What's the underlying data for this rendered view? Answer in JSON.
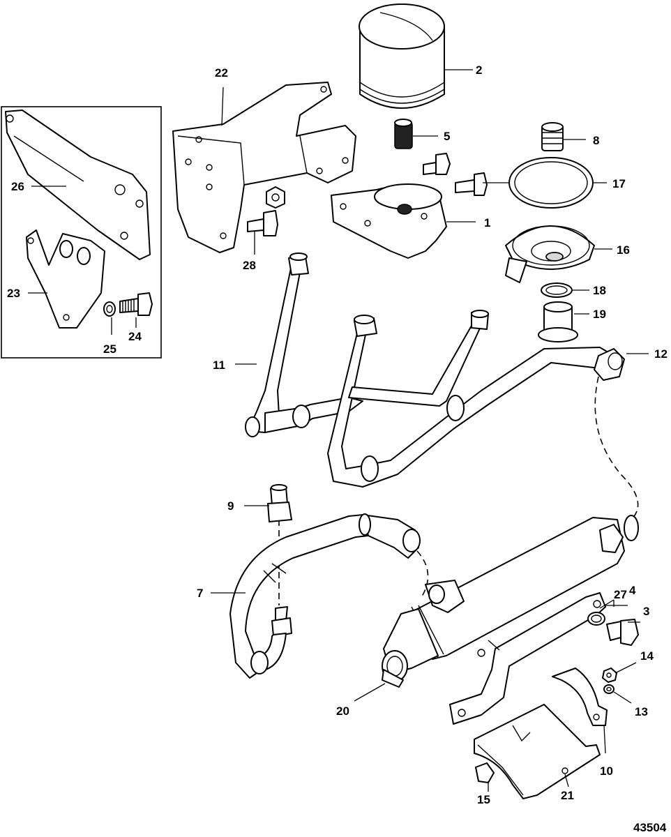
{
  "diagram": {
    "figure_number": "43504",
    "callouts": {
      "c1": "1",
      "c2": "2",
      "c3": "3",
      "c4": "4",
      "c5": "5",
      "c7": "7",
      "c8": "8",
      "c9": "9",
      "c10": "10",
      "c11": "11",
      "c12": "12",
      "c13": "13",
      "c14": "14",
      "c15": "15",
      "c16": "16",
      "c17": "17",
      "c18": "18",
      "c19": "19",
      "c20": "20",
      "c21": "21",
      "c22": "22",
      "c23": "23",
      "c24": "24",
      "c25": "25",
      "c26": "26",
      "c27": "27",
      "c28": "28"
    }
  }
}
